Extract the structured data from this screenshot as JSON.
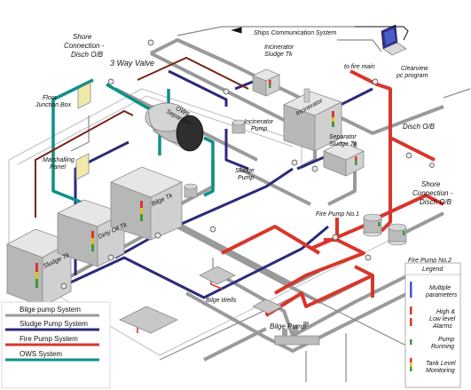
{
  "labels": {
    "shore_connection_left": [
      "Shore",
      "Connection -",
      "Disch O/B"
    ],
    "three_way_valve": "3 Way Valve",
    "ships_comm_system": "Ships Communication System",
    "incinerator_sludge_tk": [
      "Incinerator",
      "Sludge Tk"
    ],
    "clearview": [
      "Clearview",
      "pc program"
    ],
    "to_fire_main": "to fire main",
    "floor_junction_box": [
      "Floor",
      "Junction Box"
    ],
    "ows_separator": [
      "OWS",
      "Separator"
    ],
    "incinerator": "Incinerator",
    "incinerator_pump": [
      "Incinerator",
      "Pump"
    ],
    "separator_sludge_tk": [
      "Separator",
      "Sludge Tk"
    ],
    "disch_ob": "Disch O/B",
    "marshalling_panel": [
      "Marshalling",
      "Panel"
    ],
    "sludge_pump": [
      "Sludge",
      "Pump"
    ],
    "bilge_tk": "Bilge Tk",
    "shore_connection_right": [
      "Shore",
      "Connection -",
      "Disch O/B"
    ],
    "dirty_oil_tk": "Dirty Oil Tk",
    "fire_pump_1": "Fire Pump No.1",
    "sludge_tk": "Sludge Tk",
    "fire_pump_2": "Fire Pump No.2",
    "bilge_wells": "Bilge Wells",
    "bilge_pump": "Bilge Pump"
  },
  "system_key": [
    {
      "label": "Bilge pump System",
      "color": "#9a9a9a"
    },
    {
      "label": "Sludge Pump System",
      "color": "#2b2a7a"
    },
    {
      "label": "Fire Pump System",
      "color": "#d8362b"
    },
    {
      "label": "OWS System",
      "color": "#0e8f8a"
    }
  ],
  "legend": {
    "title": "Legend",
    "items": [
      {
        "label": [
          "Multiple",
          "parameters"
        ]
      },
      {
        "label": [
          "High &",
          "Low level",
          "Alarms"
        ]
      },
      {
        "label": [
          "Pump",
          "Running"
        ]
      },
      {
        "label": [
          "Tank Level",
          "Monitoring"
        ]
      }
    ]
  },
  "colors": {
    "bilge": "#9a9a9a",
    "sludge": "#2b2a7a",
    "fire": "#d8362b",
    "ows": "#0e8f8a",
    "tank": "#c8c8c8"
  }
}
